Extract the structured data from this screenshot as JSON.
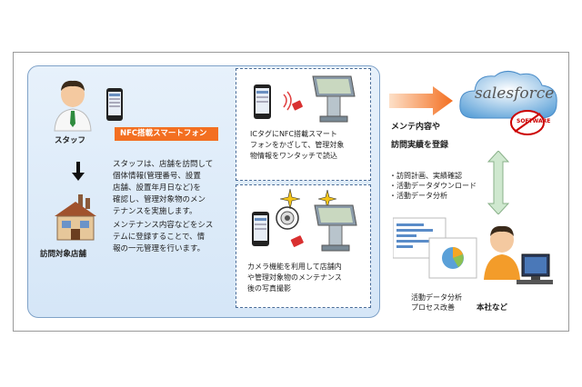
{
  "staff": {
    "label": "スタッフ"
  },
  "store": {
    "label": "訪問対象店舗"
  },
  "nfc_banner": "NFC搭載スマートフォン",
  "description": {
    "line1": "スタッフは、店舗を訪問して",
    "line2": "個体情報(管理番号、設置",
    "line3": "店舗、設置年月日など)を",
    "line4": "確認し、管理対象物のメン",
    "line5": "テナンスを実施します。",
    "para2_line1": "メンテナンス内容などをシス",
    "para2_line2": "テムに登録することで、情",
    "para2_line3": "報の一元管理を行います。"
  },
  "box1": {
    "line1": "ICタグにNFC搭載スマート",
    "line2": "フォンをかざして、管理対象",
    "line3": "物情報をワンタッチで読込"
  },
  "box2": {
    "line1": "カメラ機能を利用して店舗内",
    "line2": "や管理対象物のメンテナンス",
    "line3": "後の写真撮影"
  },
  "maintenance": {
    "line1": "メンテ内容や",
    "line2": "訪問実績を登録"
  },
  "features": [
    "・訪問計画、実績確認",
    "・活動データダウンロード",
    "・活動データ分析"
  ],
  "analysis": {
    "line1": "活動データ分析",
    "line2": "プロセス改善"
  },
  "hq": {
    "label": "本社など"
  },
  "salesforce": {
    "logo": "salesforce",
    "badge": "SOFTWARE"
  },
  "colors": {
    "accent_orange": "#f36f21",
    "panel_blue": "#d5e6f7",
    "cloud_blue": "#5aa0d8",
    "arrow_green": "#cfe8cf"
  }
}
